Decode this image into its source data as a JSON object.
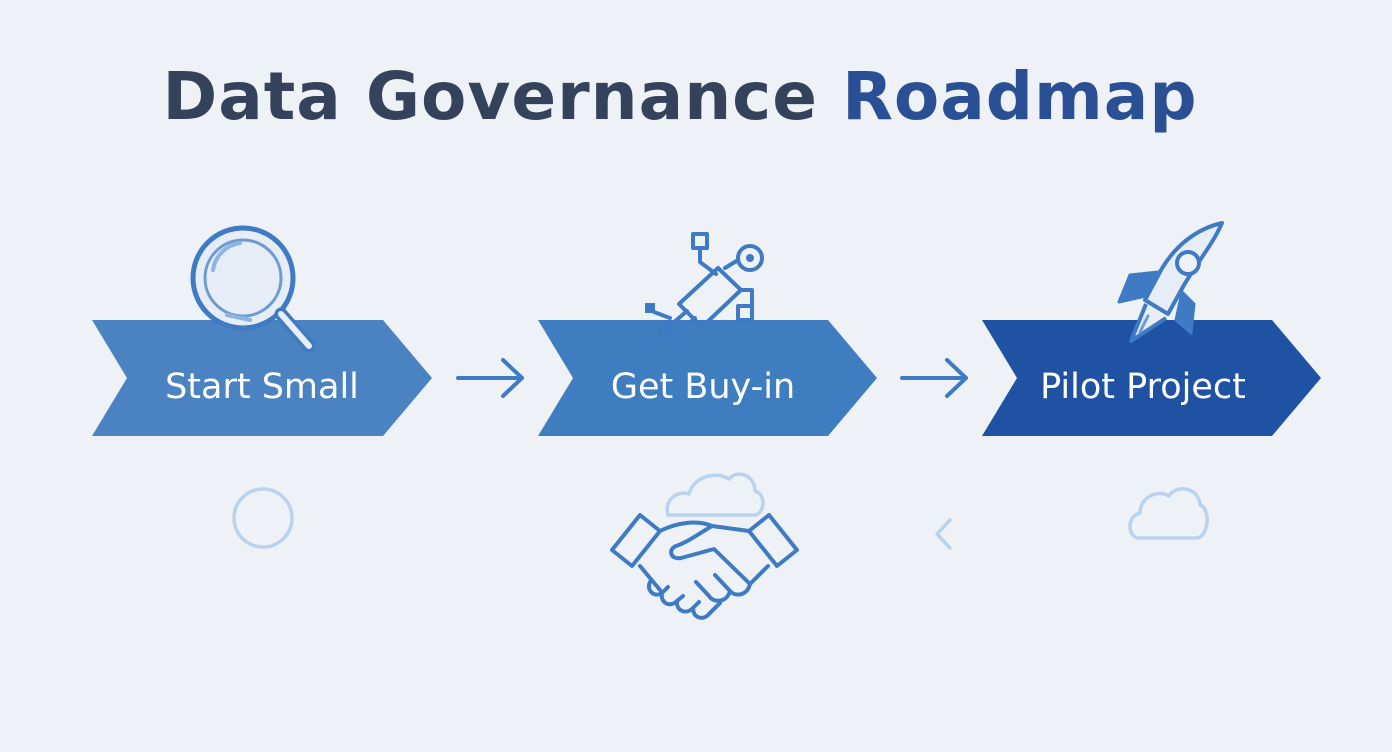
{
  "title": {
    "part1": "Data Governance",
    "part2": "Roadmap"
  },
  "steps": [
    {
      "label": "Start Small",
      "color": "#4a82c2"
    },
    {
      "label": "Get Buy-in",
      "color": "#3f7dc1"
    },
    {
      "label": "Pilot Project",
      "color": "#1f52a3"
    }
  ],
  "colors": {
    "title_dark": "#34435b",
    "title_accent": "#2a4f95",
    "icon_stroke": "#3e7bc4",
    "decor_light": "#b9d3ee",
    "background": "#eef2f7"
  },
  "icons": {
    "step1": "magnifier-icon",
    "step2": "network-plug-icon",
    "step3": "rocket-icon",
    "bottom": "handshake-icon"
  }
}
